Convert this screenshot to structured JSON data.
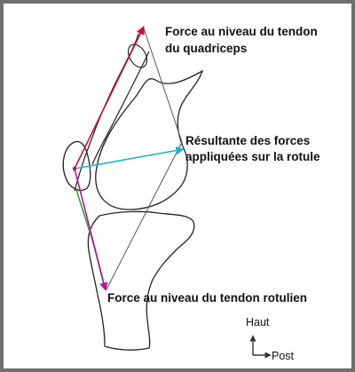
{
  "labels": {
    "quadriceps_line1": "Force au niveau du tendon",
    "quadriceps_line2": "du quadriceps",
    "resultante_line1": "Résultante des forces",
    "resultante_line2": "appliquées sur la rotule",
    "rotulien": "Force au niveau du tendon rotulien"
  },
  "orientation": {
    "up_label": "Haut",
    "posterior_label": "Post"
  },
  "colors": {
    "quadriceps_force": "#c8102e",
    "patellar_tendon_force": "#b5179e",
    "resultant_force": "#1fb5c9",
    "tendon_green": "#2e9e3a",
    "outline": "#222222",
    "frame": "#6f6f6f"
  }
}
